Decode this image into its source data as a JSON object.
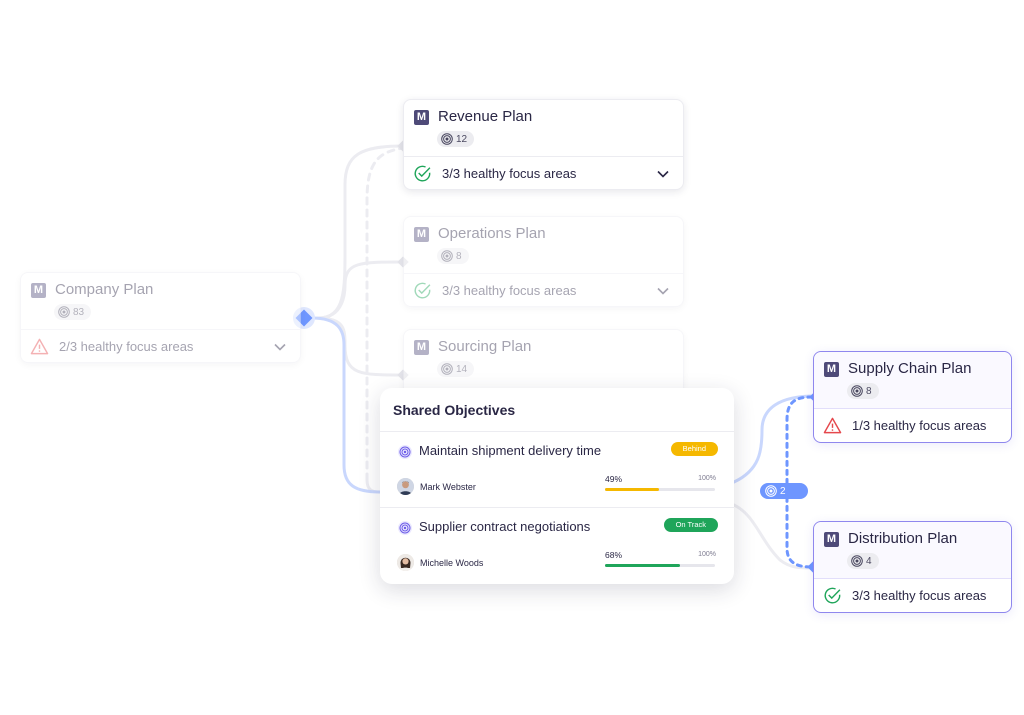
{
  "plans": {
    "company": {
      "badge": "M",
      "title": "Company Plan",
      "objective_count": "83",
      "status": "2/3 healthy focus areas",
      "status_type": "warning",
      "faded": true
    },
    "revenue": {
      "badge": "M",
      "title": "Revenue Plan",
      "objective_count": "12",
      "status": "3/3 healthy focus areas",
      "status_type": "healthy",
      "faded": false
    },
    "operations": {
      "badge": "M",
      "title": "Operations Plan",
      "objective_count": "8",
      "status": "3/3 healthy focus areas",
      "status_type": "healthy",
      "faded": true
    },
    "sourcing": {
      "badge": "M",
      "title": "Sourcing Plan",
      "objective_count": "14",
      "faded": true
    },
    "supply_chain": {
      "badge": "M",
      "title": "Supply Chain Plan",
      "objective_count": "8",
      "status": "1/3 healthy focus areas",
      "status_type": "warning",
      "selected": true
    },
    "distribution": {
      "badge": "M",
      "title": "Distribution Plan",
      "objective_count": "4",
      "status": "3/3 healthy focus areas",
      "status_type": "healthy",
      "selected": true
    }
  },
  "shared_objectives": {
    "title": "Shared Objectives",
    "link_count": "2",
    "items": [
      {
        "name": "Maintain shipment delivery time",
        "status": "Behind",
        "status_color": "#f5b800",
        "owner": "Mark Webster",
        "progress": "49%",
        "progress_value": 0.49,
        "max": "100%",
        "bar_color": "#f5b800"
      },
      {
        "name": "Supplier contract negotiations",
        "status": "On Track",
        "status_color": "#1fa55a",
        "owner": "Michelle Woods",
        "progress": "68%",
        "progress_value": 0.68,
        "max": "100%",
        "bar_color": "#1fa55a"
      }
    ]
  },
  "colors": {
    "accent": "#6e96ff",
    "selected_border": "#8f87ee",
    "healthy": "#1fa55a",
    "warning": "#e5484d",
    "badge": "#4e4a78"
  },
  "icons": {
    "plan_badge": "m-badge-icon",
    "objective": "target-icon",
    "healthy": "check-circle-icon",
    "warning": "warning-triangle-icon",
    "expand": "chevron-down-icon"
  }
}
